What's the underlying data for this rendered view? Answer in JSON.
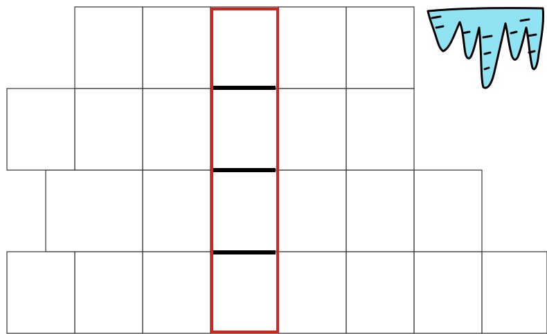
{
  "grid": {
    "rows": [
      {
        "row": 1,
        "cells": 5
      },
      {
        "row": 2,
        "cells": 6
      },
      {
        "row": 3,
        "cells": 6
      },
      {
        "row": 4,
        "cells": 8
      }
    ],
    "highlighted_column": {
      "span_rows": 4,
      "divider_count": 3
    }
  },
  "colors": {
    "background": "#ffffff",
    "grid_line": "#333333",
    "highlight_outline": "#d0261f",
    "divider": "#000000",
    "icicle_fill": "#8fe3f2",
    "icicle_outline": "#000000"
  },
  "decoration": {
    "icon": "icicles-icon"
  }
}
